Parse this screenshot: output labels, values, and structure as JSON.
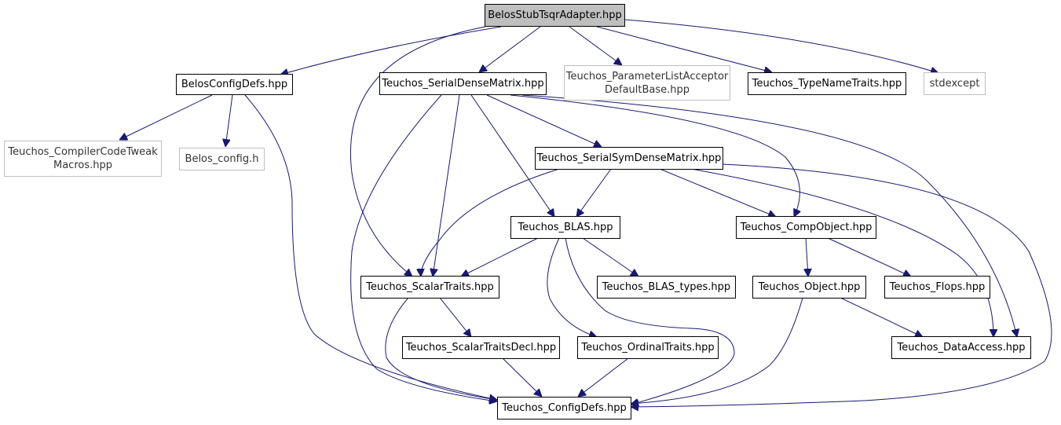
{
  "nodes": {
    "belos_stub_tsqr_adapter": "BelosStubTsqrAdapter.hpp",
    "belos_config_defs": "BelosConfigDefs.hpp",
    "serial_dense_matrix": "Teuchos_SerialDenseMatrix.hpp",
    "parameter_list_acceptor_line1": "Teuchos_ParameterListAcceptor",
    "parameter_list_acceptor_line2": "DefaultBase.hpp",
    "type_name_traits": "Teuchos_TypeNameTraits.hpp",
    "stdexcept": "stdexcept",
    "compiler_code_tweak_line1": "Teuchos_CompilerCodeTweak",
    "compiler_code_tweak_line2": "Macros.hpp",
    "belos_config_h": "Belos_config.h",
    "serial_sym_dense_matrix": "Teuchos_SerialSymDenseMatrix.hpp",
    "blas": "Teuchos_BLAS.hpp",
    "comp_object": "Teuchos_CompObject.hpp",
    "scalar_traits": "Teuchos_ScalarTraits.hpp",
    "blas_types": "Teuchos_BLAS_types.hpp",
    "object": "Teuchos_Object.hpp",
    "flops": "Teuchos_Flops.hpp",
    "scalar_traits_decl": "Teuchos_ScalarTraitsDecl.hpp",
    "ordinal_traits": "Teuchos_OrdinalTraits.hpp",
    "data_access": "Teuchos_DataAccess.hpp",
    "config_defs": "Teuchos_ConfigDefs.hpp"
  },
  "colors": {
    "edge": "#191970",
    "root_fill": "#bfbfbf",
    "external_border": "#bfbfbf"
  }
}
